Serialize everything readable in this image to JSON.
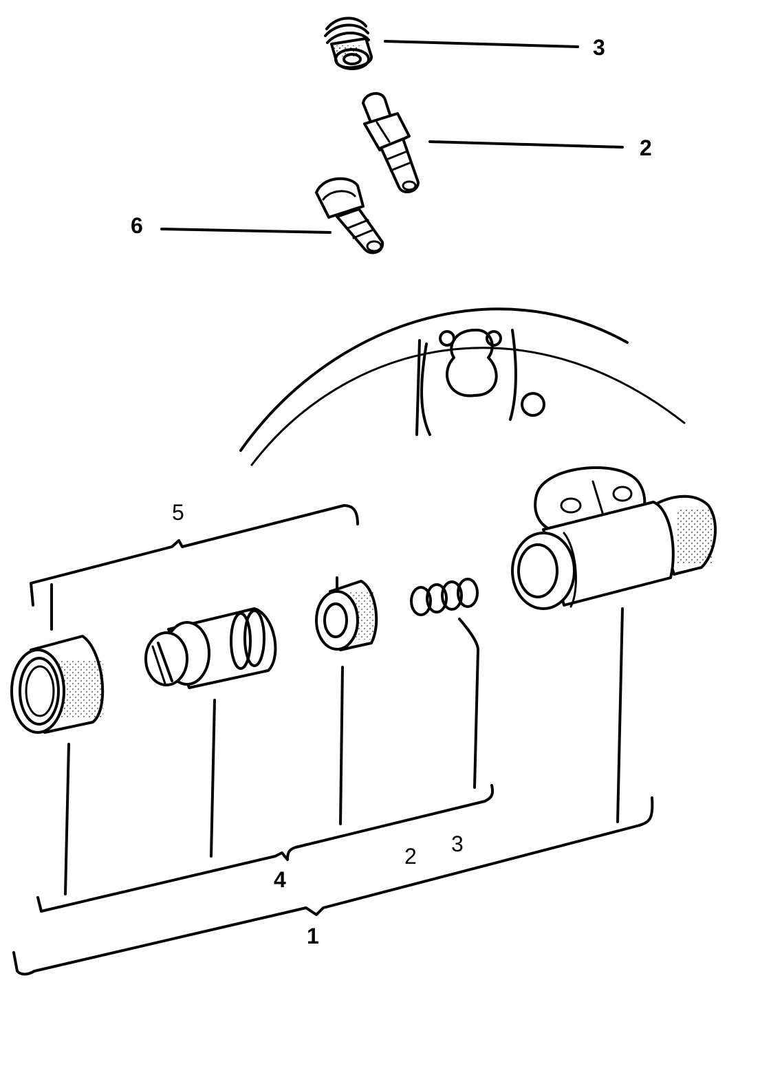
{
  "callouts": {
    "part_3_bleed_cap": "3",
    "part_2_bleed_valve": "2",
    "part_6_bolt": "6",
    "part_5_group": "5",
    "part_4_group": "4",
    "part_2_spring": "2",
    "part_3_spring": "3",
    "part_1_group": "1"
  },
  "colors": {
    "ink": "#000000",
    "paper": "#ffffff"
  },
  "icons": [
    "backing-plate-icon",
    "wheel-cylinder-body-icon",
    "piston-icon",
    "dust-boot-icon",
    "cup-seal-icon",
    "spring-icon",
    "bleed-cap-icon",
    "bleed-valve-icon",
    "bolt-icon"
  ]
}
